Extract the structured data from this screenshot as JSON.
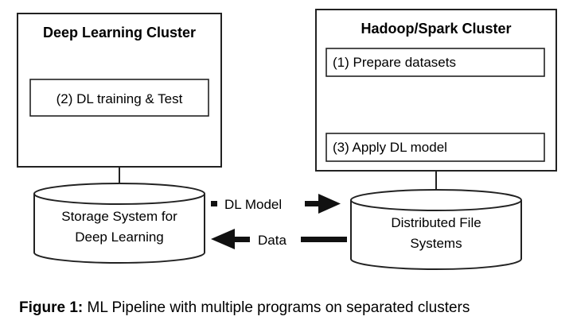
{
  "dl_cluster": {
    "title": "Deep Learning Cluster",
    "step": "(2) DL training & Test"
  },
  "hadoop_cluster": {
    "title": "Hadoop/Spark Cluster",
    "step1": "(1) Prepare datasets",
    "step3": "(3) Apply DL model"
  },
  "storage_dl": {
    "line1": "Storage System for",
    "line2": "Deep Learning"
  },
  "dfs": {
    "line1": "Distributed File",
    "line2": "Systems"
  },
  "arrows": {
    "model": "DL Model",
    "data": "Data"
  },
  "caption": {
    "label": "Figure 1:",
    "text": " ML Pipeline with multiple programs on separated clusters"
  }
}
